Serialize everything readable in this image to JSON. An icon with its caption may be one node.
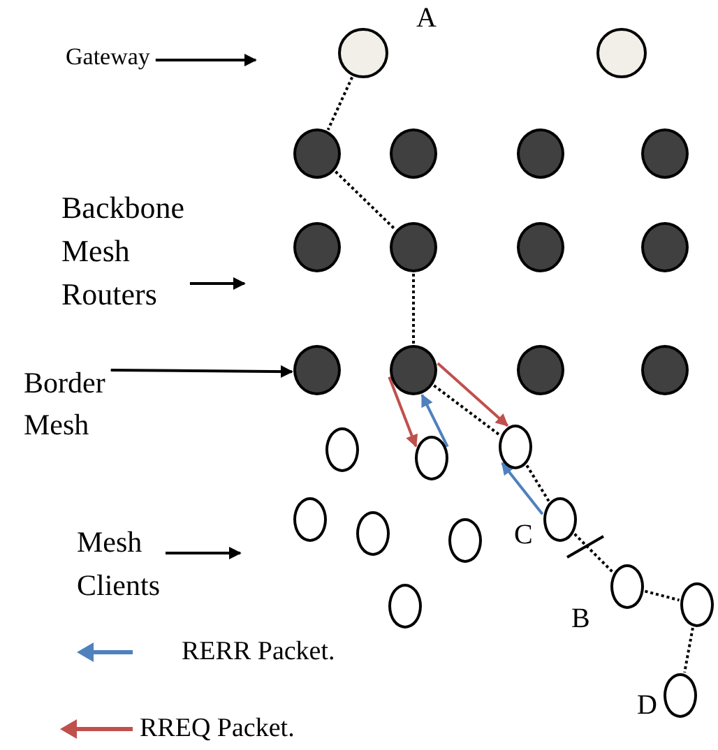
{
  "diagram": {
    "nodes": [
      {
        "text": [],
        "shape": "circle",
        "beside": [
          "A"
        ]
      },
      {
        "text": [],
        "shape": "circle"
      },
      {
        "text": [],
        "shape": "circle"
      },
      {
        "text": [],
        "shape": "circle"
      },
      {
        "text": [],
        "shape": "circle"
      },
      {
        "text": [],
        "shape": "circle"
      },
      {
        "text": [],
        "shape": "circle"
      },
      {
        "text": [],
        "shape": "circle"
      },
      {
        "text": [],
        "shape": "circle"
      },
      {
        "text": [],
        "shape": "circle"
      },
      {
        "text": [],
        "shape": "circle"
      },
      {
        "text": [],
        "shape": "circle"
      },
      {
        "text": [],
        "shape": "circle"
      },
      {
        "text": [],
        "shape": "circle"
      },
      {
        "text": [],
        "shape": "circle"
      },
      {
        "text": [],
        "shape": "circle"
      },
      {
        "text": [],
        "shape": "circle"
      },
      {
        "text": [],
        "shape": "circle"
      },
      {
        "text": [],
        "shape": "circle"
      },
      {
        "text": [],
        "shape": "circle"
      },
      {
        "text": [],
        "shape": "circle",
        "beside": [
          "C"
        ]
      },
      {
        "text": [],
        "shape": "circle",
        "beside": [
          "B"
        ]
      },
      {
        "text": [],
        "shape": "circle"
      },
      {
        "text": [],
        "shape": "circle"
      },
      {
        "text": [],
        "shape": "circle",
        "beside": [
          "D"
        ]
      },
      {
        "text": [
          "Gateway"
        ]
      },
      {
        "text": [
          "Backbone Mesh Routers"
        ]
      },
      {
        "text": [
          "Border Mesh"
        ]
      },
      {
        "text": [
          "Mesh Clients"
        ]
      }
    ],
    "edges": [
      {
        "from": 0,
        "to": 2,
        "arrow": "none",
        "style": "dashed"
      },
      {
        "from": 2,
        "to": 7,
        "arrow": "none",
        "style": "dashed"
      },
      {
        "from": 7,
        "to": 11,
        "arrow": "none",
        "style": "dashed"
      },
      {
        "from": 11,
        "to": 16,
        "arrow": "none",
        "style": "dashed"
      },
      {
        "from": 16,
        "to": 20,
        "arrow": "none",
        "style": "dashed"
      },
      {
        "from": 20,
        "to": 21,
        "arrow": "none",
        "style": "dashed"
      },
      {
        "from": 21,
        "to": 22,
        "arrow": "none",
        "style": "dashed"
      },
      {
        "from": 22,
        "to": 24,
        "arrow": "none",
        "style": "dashed"
      },
      {
        "from": 25,
        "to": null,
        "arrow": "to"
      },
      {
        "from": 26,
        "to": null,
        "arrow": "to"
      },
      {
        "from": 27,
        "to": 10,
        "arrow": "to"
      },
      {
        "from": 28,
        "to": null,
        "arrow": "to"
      },
      {
        "from": 11,
        "to": 15,
        "arrow": "to",
        "color": "#c0504d"
      },
      {
        "from": 15,
        "to": 11,
        "arrow": "to",
        "color": "#4f81bd"
      },
      {
        "from": 11,
        "to": 16,
        "arrow": "to",
        "color": "#c0504d"
      },
      {
        "from": 20,
        "to": 16,
        "arrow": "to",
        "color": "#4f81bd"
      }
    ],
    "legend": [
      {
        "text": "RERR Packet."
      },
      {
        "text": "RREQ Packet."
      }
    ]
  }
}
